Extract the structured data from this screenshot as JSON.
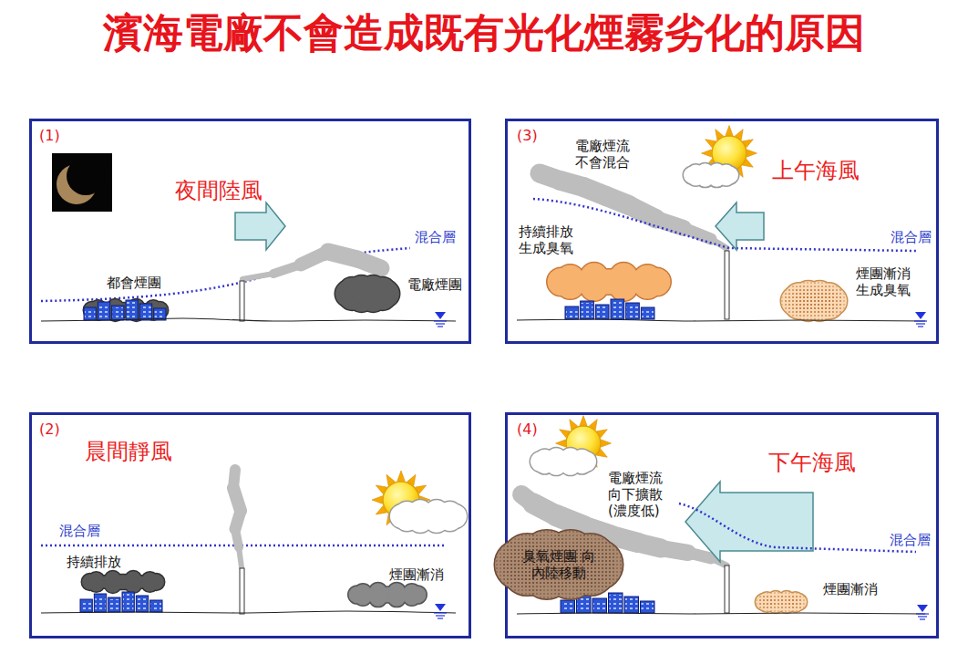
{
  "diagram": {
    "title": "濱海電廠不會造成既有光化煙霧劣化的原因",
    "nodes": [
      {
        "text": [
          "(1)",
          "夜間陸風",
          "都會煙團",
          "混合層",
          "電廠煙團"
        ]
      },
      {
        "text": [
          "(2)",
          "晨間靜風",
          "混合層",
          "持續排放",
          "煙團漸消"
        ]
      },
      {
        "text": [
          "(3)",
          "電廠煙流 不會混合",
          "上午海風",
          "持續排放 生成臭氧",
          "混合層",
          "煙團漸消 生成臭氧"
        ]
      },
      {
        "text": [
          "(4)",
          "下午海風",
          "電廠煙流 向下擴散 (濃度低)",
          "混合層",
          "煙團漸消"
        ]
      },
      {
        "text": [
          "臭氧煙團 向內陸移動"
        ],
        "in": 3
      }
    ]
  }
}
